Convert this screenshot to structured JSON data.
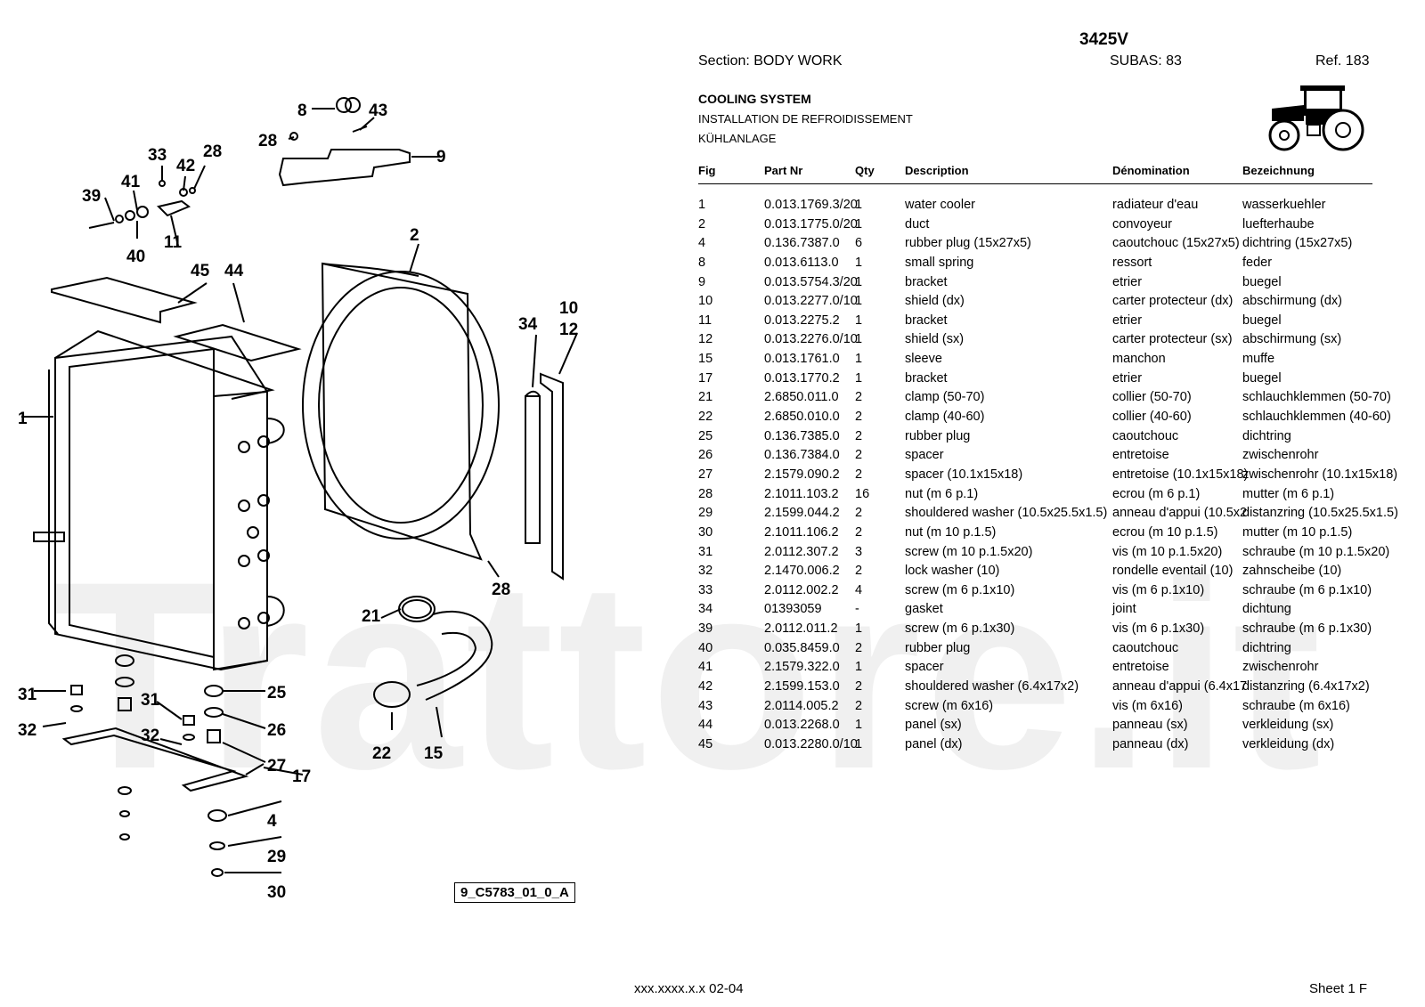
{
  "header": {
    "model": "3425V",
    "section": "Section: BODY  WORK",
    "subas": "SUBAS: 83",
    "ref": "Ref. 183",
    "title_en": "COOLING SYSTEM",
    "title_fr": "INSTALLATION DE REFROIDISSEMENT",
    "title_de": "KÜHLANLAGE"
  },
  "table": {
    "columns": [
      "Fig",
      "Part Nr",
      "Qty",
      "Description",
      "Dénomination",
      "Bezeichnung"
    ],
    "rows": [
      [
        "1",
        "0.013.1769.3/20",
        "1",
        "water cooler",
        "radiateur d'eau",
        "wasserkuehler"
      ],
      [
        "2",
        "0.013.1775.0/20",
        "1",
        "duct",
        "convoyeur",
        "luefterhaube"
      ],
      [
        "4",
        "0.136.7387.0",
        "6",
        "rubber plug (15x27x5)",
        "caoutchouc (15x27x5)",
        "dichtring (15x27x5)"
      ],
      [
        "8",
        "0.013.6113.0",
        "1",
        "small spring",
        "ressort",
        "feder"
      ],
      [
        "9",
        "0.013.5754.3/20",
        "1",
        "bracket",
        "etrier",
        "buegel"
      ],
      [
        "10",
        "0.013.2277.0/10",
        "1",
        "shield (dx)",
        "carter protecteur (dx)",
        "abschirmung (dx)"
      ],
      [
        "11",
        "0.013.2275.2",
        "1",
        "bracket",
        "etrier",
        "buegel"
      ],
      [
        "12",
        "0.013.2276.0/10",
        "1",
        "shield (sx)",
        "carter protecteur (sx)",
        "abschirmung (sx)"
      ],
      [
        "15",
        "0.013.1761.0",
        "1",
        "sleeve",
        "manchon",
        "muffe"
      ],
      [
        "17",
        "0.013.1770.2",
        "1",
        "bracket",
        "etrier",
        "buegel"
      ],
      [
        "21",
        "2.6850.011.0",
        "2",
        "clamp (50-70)",
        "collier (50-70)",
        "schlauchklemmen (50-70)"
      ],
      [
        "22",
        "2.6850.010.0",
        "2",
        "clamp (40-60)",
        "collier (40-60)",
        "schlauchklemmen (40-60)"
      ],
      [
        "25",
        "0.136.7385.0",
        "2",
        "rubber plug",
        "caoutchouc",
        "dichtring"
      ],
      [
        "26",
        "0.136.7384.0",
        "2",
        "spacer",
        "entretoise",
        "zwischenrohr"
      ],
      [
        "27",
        "2.1579.090.2",
        "2",
        "spacer (10.1x15x18)",
        "entretoise (10.1x15x18)",
        "zwischenrohr (10.1x15x18)"
      ],
      [
        "28",
        "2.1011.103.2",
        "16",
        "nut (m 6 p.1)",
        "ecrou (m 6 p.1)",
        "mutter (m 6 p.1)"
      ],
      [
        "29",
        "2.1599.044.2",
        "2",
        "shouldered washer (10.5x25.5x1.5)",
        "anneau d'appui (10.5x2",
        "distanzring (10.5x25.5x1.5)"
      ],
      [
        "30",
        "2.1011.106.2",
        "2",
        "nut (m 10 p.1.5)",
        "ecrou (m 10 p.1.5)",
        "mutter (m 10 p.1.5)"
      ],
      [
        "31",
        "2.0112.307.2",
        "3",
        "screw (m 10 p.1.5x20)",
        "vis (m 10 p.1.5x20)",
        "schraube (m 10 p.1.5x20)"
      ],
      [
        "32",
        "2.1470.006.2",
        "2",
        "lock washer (10)",
        "rondelle eventail (10)",
        "zahnscheibe (10)"
      ],
      [
        "33",
        "2.0112.002.2",
        "4",
        "screw (m 6 p.1x10)",
        "vis (m 6 p.1x10)",
        "schraube (m 6 p.1x10)"
      ],
      [
        "34",
        "01393059",
        "-",
        "gasket",
        "joint",
        "dichtung"
      ],
      [
        "39",
        "2.0112.011.2",
        "1",
        "screw (m 6 p.1x30)",
        "vis (m 6 p.1x30)",
        "schraube (m 6 p.1x30)"
      ],
      [
        "40",
        "0.035.8459.0",
        "2",
        "rubber plug",
        "caoutchouc",
        "dichtring"
      ],
      [
        "41",
        "2.1579.322.0",
        "1",
        "spacer",
        "entretoise",
        "zwischenrohr"
      ],
      [
        "42",
        "2.1599.153.0",
        "2",
        "shouldered washer (6.4x17x2)",
        "anneau d'appui (6.4x17",
        "distanzring (6.4x17x2)"
      ],
      [
        "43",
        "2.0114.005.2",
        "2",
        "screw (m 6x16)",
        "vis (m 6x16)",
        "schraube (m 6x16)"
      ],
      [
        "44",
        "0.013.2268.0",
        "1",
        "panel (sx)",
        "panneau (sx)",
        "verkleidung (sx)"
      ],
      [
        "45",
        "0.013.2280.0/10",
        "1",
        "panel (dx)",
        "panneau (dx)",
        "verkleidung (dx)"
      ]
    ]
  },
  "diagram": {
    "code": "9_C5783_01_0_A",
    "callouts": [
      "8",
      "43",
      "28",
      "9",
      "33",
      "42",
      "28",
      "39",
      "41",
      "11",
      "40",
      "2",
      "45",
      "44",
      "10",
      "12",
      "34",
      "1",
      "28",
      "21",
      "31",
      "25",
      "32",
      "31",
      "26",
      "32",
      "27",
      "17",
      "22",
      "15",
      "4",
      "29",
      "30"
    ]
  },
  "watermark": "Trattore.it",
  "footer": {
    "left": "xxx.xxxx.x.x  02-04",
    "right": "Sheet 1 F"
  },
  "icons": [
    "tractor-icon"
  ]
}
